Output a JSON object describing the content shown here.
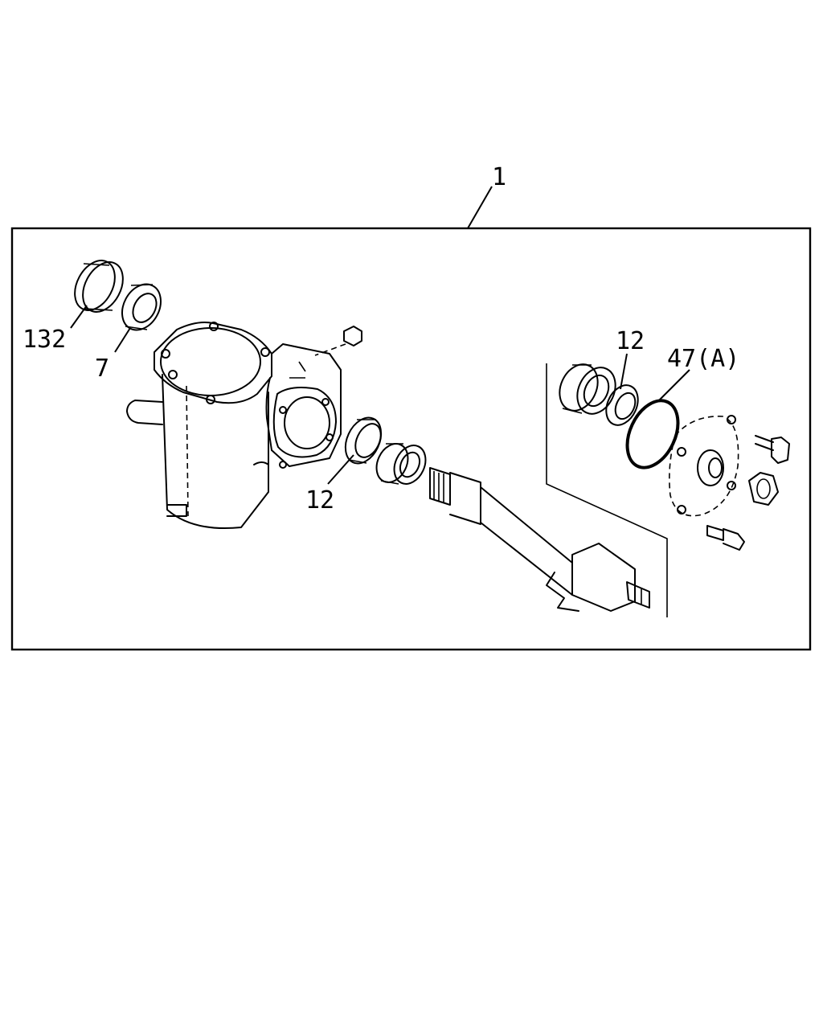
{
  "callouts": {
    "assembly": "1",
    "seal_ring": "132",
    "oil_seal": "7",
    "bearing_left": "12",
    "bearing_right": "12",
    "o_ring": "47(A)"
  }
}
